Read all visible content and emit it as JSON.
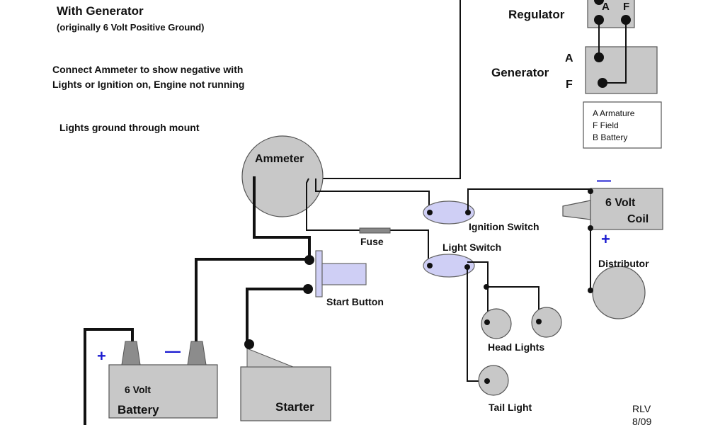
{
  "title": "With Generator",
  "subtitle": "(originally 6 Volt Positive Ground)",
  "notes": [
    "Connect Ammeter to show negative with",
    "Lights or Ignition on, Engine not running",
    "Lights ground through mount"
  ],
  "components": {
    "regulator": {
      "label": "Regulator",
      "terminal_a": "A",
      "terminal_f": "F"
    },
    "generator": {
      "label": "Generator",
      "terminal_a": "A",
      "terminal_f": "F"
    },
    "legend": [
      "A  Armature",
      "F  Field",
      "B  Battery"
    ],
    "ammeter": {
      "label": "Ammeter"
    },
    "coil": {
      "line1": "6  Volt",
      "line2": "Coil",
      "neg": "—",
      "pos": "+"
    },
    "ignition_switch": {
      "label": "Ignition Switch"
    },
    "light_switch": {
      "label": "Light Switch"
    },
    "fuse": {
      "label": "Fuse"
    },
    "distributor": {
      "label": "Distributor"
    },
    "start_button": {
      "label": "Start Button"
    },
    "head_lights": {
      "label": "Head Lights"
    },
    "tail_light": {
      "label": "Tail Light"
    },
    "battery": {
      "line1": "6 Volt",
      "line2": "Battery",
      "pos": "+",
      "neg": "—"
    },
    "starter": {
      "label": "Starter"
    }
  },
  "signature": {
    "initials": "RLV",
    "date": "8/09"
  }
}
